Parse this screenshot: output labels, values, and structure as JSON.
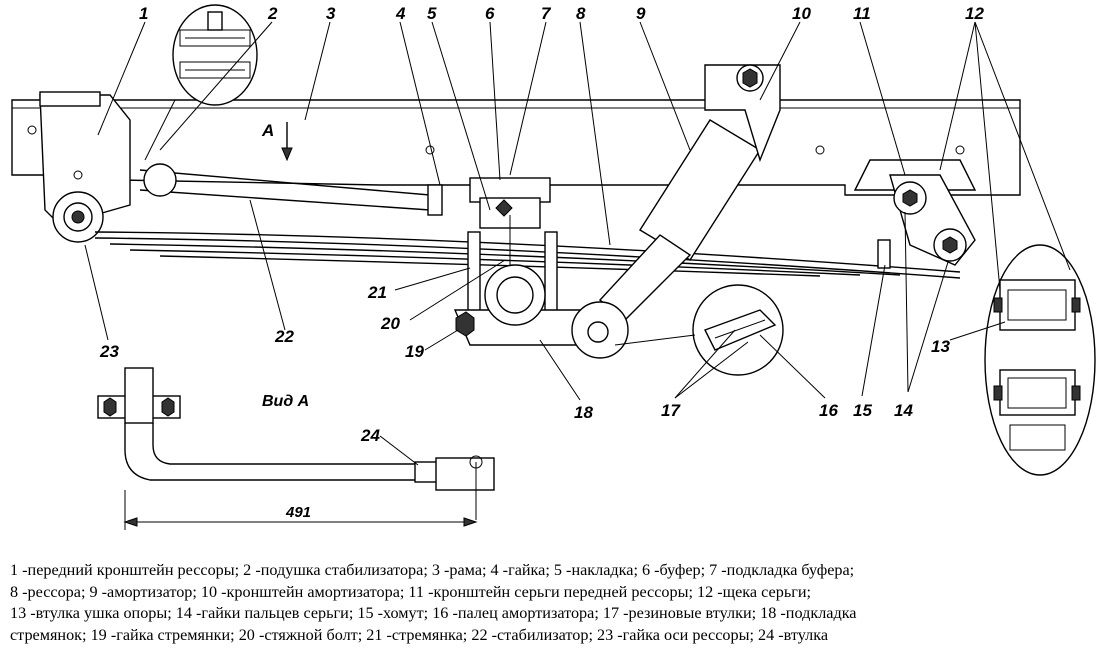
{
  "callouts": {
    "n1": "1",
    "n2": "2",
    "n3": "3",
    "n4": "4",
    "n5": "5",
    "n6": "6",
    "n7": "7",
    "n8": "8",
    "n9": "9",
    "n10": "10",
    "n11": "11",
    "n12": "12",
    "n13": "13",
    "n14": "14",
    "n15": "15",
    "n16": "16",
    "n17": "17",
    "n18": "18",
    "n19": "19",
    "n20": "20",
    "n21": "21",
    "n22": "22",
    "n23": "23",
    "n24": "24"
  },
  "view_arrow_label": "A",
  "view_title": "Вид А",
  "dimension_491": "491",
  "caption": {
    "line1": "1 -передний кронштейн рессоры; 2 -подушка стабилизатора; 3 -рама; 4 -гайка; 5 -накладка; 6 -буфер; 7 -подкладка буфера;",
    "line2": "8 -рессора; 9 -амортизатор; 10 -кронштейн амортизатора; 11 -кронштейн серьги передней рессоры; 12 -щека серьги;",
    "line3": "13 -втулка ушка опоры; 14 -гайки пальцев серьги; 15 -хомут; 16 -палец амортизатора; 17 -резиновые втулки; 18 -подкладка",
    "line4": "стремянок; 19 -гайка стремянки; 20 -стяжной болт; 21 -стремянка; 22 -стабилизатор; 23 -гайка оси рессоры; 24 -втулка"
  }
}
